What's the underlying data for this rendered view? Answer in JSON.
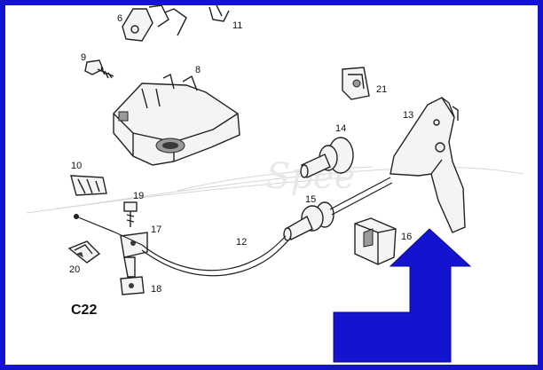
{
  "diagram": {
    "code": "C22",
    "watermark": "Spee",
    "accent_color": "#1414d0",
    "parts": [
      {
        "key": "p6",
        "label": "6"
      },
      {
        "key": "p11",
        "label": "11"
      },
      {
        "key": "p9",
        "label": "9"
      },
      {
        "key": "p8",
        "label": "8"
      },
      {
        "key": "p21",
        "label": "21"
      },
      {
        "key": "p13",
        "label": "13"
      },
      {
        "key": "p14",
        "label": "14"
      },
      {
        "key": "p10",
        "label": "10"
      },
      {
        "key": "p19",
        "label": "19"
      },
      {
        "key": "p15",
        "label": "15"
      },
      {
        "key": "p16",
        "label": "16"
      },
      {
        "key": "p17",
        "label": "17"
      },
      {
        "key": "p12",
        "label": "12"
      },
      {
        "key": "p20",
        "label": "20"
      },
      {
        "key": "p18",
        "label": "18"
      }
    ]
  }
}
